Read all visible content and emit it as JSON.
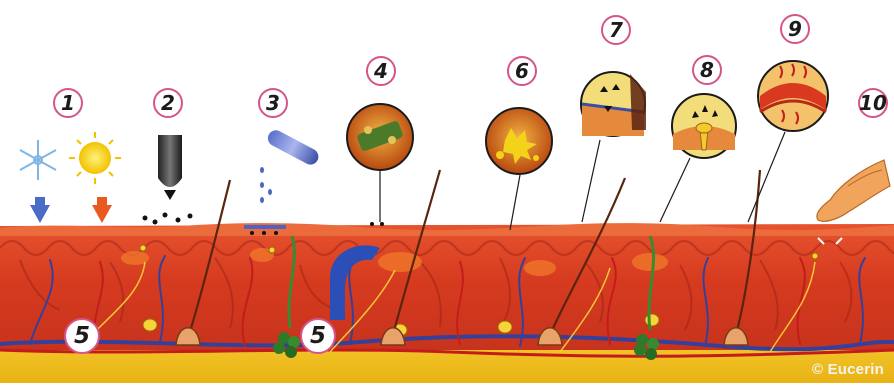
{
  "diagram": {
    "markers": [
      {
        "id": "1",
        "label": "1"
      },
      {
        "id": "2",
        "label": "2"
      },
      {
        "id": "3",
        "label": "3"
      },
      {
        "id": "4",
        "label": "4"
      },
      {
        "id": "5a",
        "label": "5"
      },
      {
        "id": "5b",
        "label": "5"
      },
      {
        "id": "6",
        "label": "6"
      },
      {
        "id": "7",
        "label": "7"
      },
      {
        "id": "8",
        "label": "8"
      },
      {
        "id": "9",
        "label": "9"
      },
      {
        "id": "10",
        "label": "10"
      }
    ],
    "copyright": "© Eucerin",
    "colors": {
      "skin_surface": "#e3502c",
      "dermis": "#d9391f",
      "dermis_dark": "#b82a17",
      "subcutis": "#f2c21a",
      "vessel_blue": "#35409a",
      "vessel_red": "#c41c1c",
      "nerve_yellow": "#f5d53a",
      "gland_green": "#2f7a2a",
      "marker_border": "#d5558b"
    }
  }
}
